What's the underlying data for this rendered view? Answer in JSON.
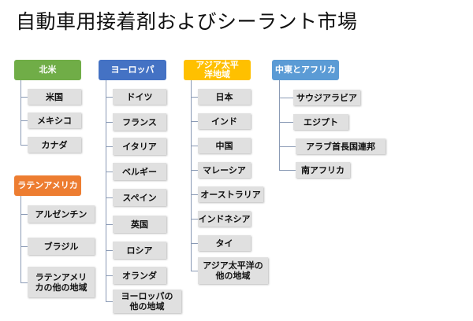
{
  "title": "自動車用接着剤およびシーラント市場",
  "colors": {
    "north_america": "#70ad47",
    "latin_america": "#ed7d31",
    "europe": "#4472c4",
    "asia_pacific": "#ffc000",
    "mea": "#5b9bd5"
  },
  "groups": {
    "north_america": {
      "label": "北米",
      "items": [
        "米国",
        "メキシコ",
        "カナダ"
      ]
    },
    "latin_america": {
      "label": "ラテンアメリカ",
      "items": [
        "アルゼンチン",
        "ブラジル",
        "ラテンアメリカの他の地域"
      ]
    },
    "europe": {
      "label": "ヨーロッパ",
      "items": [
        "ドイツ",
        "フランス",
        "イタリア",
        "ベルギー",
        "スペイン",
        "英国",
        "ロシア",
        "オランダ",
        "ヨーロッパの他の地域"
      ]
    },
    "asia_pacific": {
      "label": "アジア太平洋地域",
      "items": [
        "日本",
        "インド",
        "中国",
        "マレーシア",
        "オーストラリア",
        "インドネシア",
        "タイ",
        "アジア太平洋の他の地域"
      ]
    },
    "mea": {
      "label": "中東とアフリカ",
      "items": [
        "サウジアラビア",
        "エジプト",
        "アラブ首長国連邦",
        "南アフリカ"
      ]
    }
  }
}
